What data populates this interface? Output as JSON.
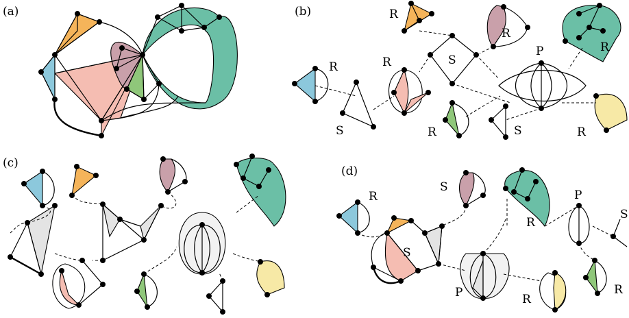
{
  "panels": {
    "a": {
      "label": "(a)"
    },
    "b": {
      "label": "(b)",
      "node_labels": [
        "R",
        "R",
        "R",
        "R",
        "P",
        "S",
        "R",
        "S",
        "R",
        "S",
        "R"
      ]
    },
    "c": {
      "label": "(c)"
    },
    "d": {
      "label": "(d)",
      "node_labels": [
        "R",
        "S",
        "S",
        "R",
        "P",
        "S",
        "P",
        "R",
        "R"
      ]
    }
  },
  "colors": {
    "orange": "#f5b45a",
    "blue": "#8cc8dc",
    "mauve": "#c9a0aa",
    "teal": "#6bbfa6",
    "green": "#8fc77a",
    "yellow": "#f7e9a6",
    "pink": "#f5bdb2",
    "grey": "#e4e4e4"
  }
}
